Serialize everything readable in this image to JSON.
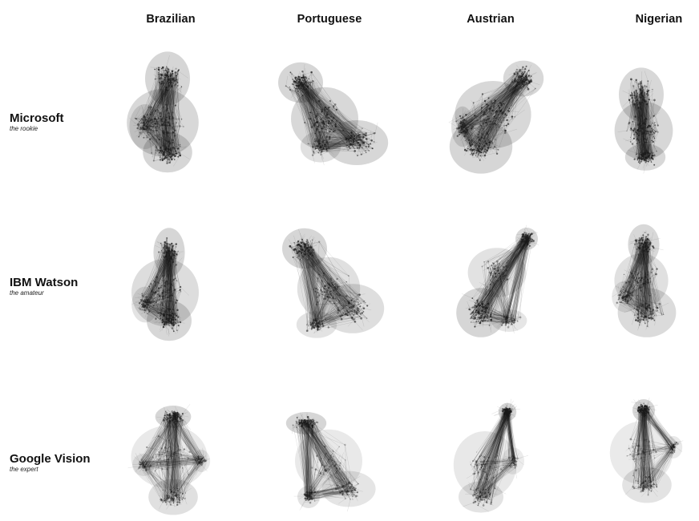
{
  "columns": [
    {
      "label": "Brazilian"
    },
    {
      "label": "Portuguese"
    },
    {
      "label": "Austrian"
    },
    {
      "label": "Nigerian"
    }
  ],
  "rows": [
    {
      "title": "Microsoft",
      "subtitle": "the rookie"
    },
    {
      "title": "IBM Watson",
      "subtitle": "the amateur"
    },
    {
      "title": "Google Vision",
      "subtitle": "the expert"
    }
  ],
  "colors": {
    "ink": "#1a1a1a",
    "background": "#ffffff"
  }
}
